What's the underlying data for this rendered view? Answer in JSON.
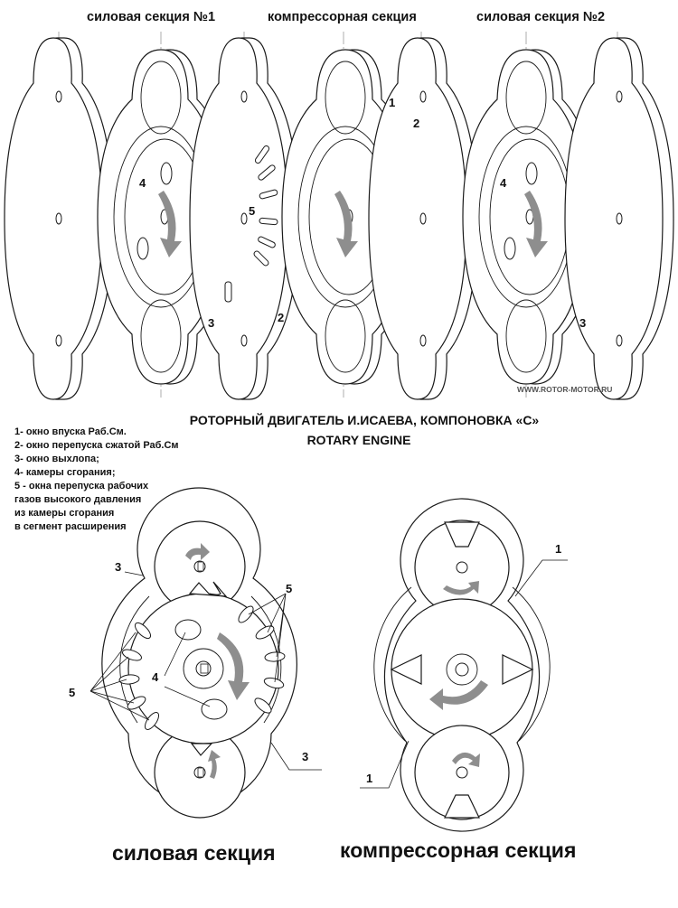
{
  "top_headers": {
    "power_section_1": "силовая секция №1",
    "compressor_section": "компрессорная секция",
    "power_section_2": "силовая секция №2"
  },
  "title": {
    "line1": "РОТОРНЫЙ ДВИГАТЕЛЬ  И.ИСАЕВА, КОМПОНОВКА «C»",
    "line2": "ROTARY ENGINE"
  },
  "watermark": "WWW.ROTOR-MOTOR.RU",
  "legend": [
    "1- окно впуска Раб.См.",
    "2- окно перепуска сжатой Раб.См",
    "3- окно выхлопа;",
    "4- камеры сгорания;",
    "5 - окна перепуска рабочих",
    "газов высокого давления",
    "из камеры сгорания",
    "в сегмент расширения"
  ],
  "callouts": {
    "n1": "1",
    "n2": "2",
    "n3": "3",
    "n4": "4",
    "n5": "5"
  },
  "bottom_labels": {
    "power_section": "силовая секция",
    "compressor_section": "компрессорная секция"
  },
  "colors": {
    "line": "#1a1a1a",
    "arrow_gray": "#8e8e8e",
    "background": "#ffffff"
  }
}
